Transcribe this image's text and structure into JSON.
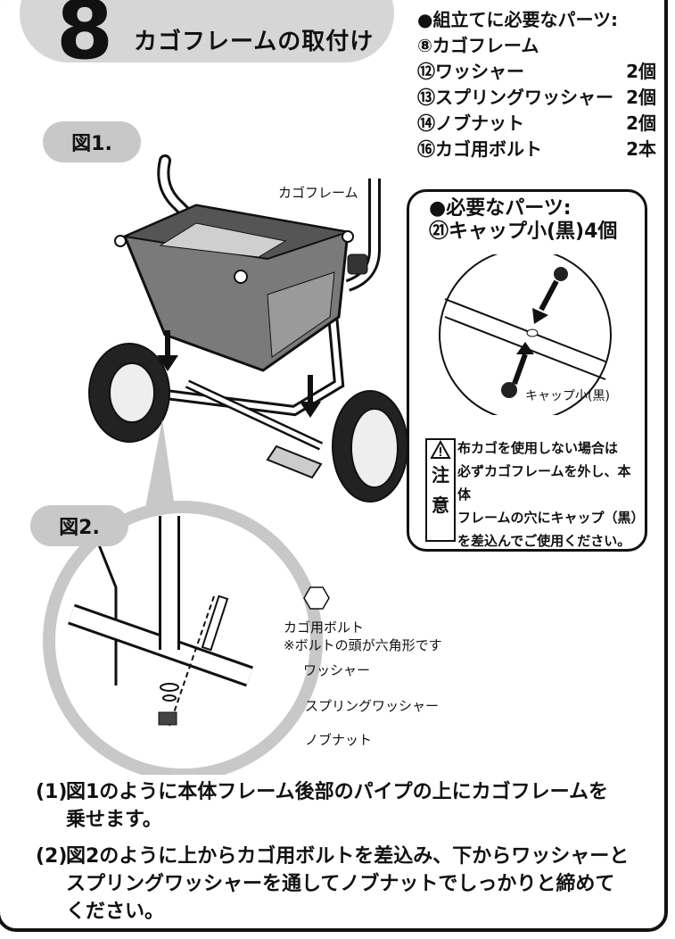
{
  "step": {
    "number": "8",
    "title": "カゴフレームの取付け"
  },
  "parts_needed": {
    "heading": "●組立てに必要なパーツ:",
    "items": [
      {
        "name": "⑧カゴフレーム",
        "qty": ""
      },
      {
        "name": "⑫ワッシャー",
        "qty": "2個"
      },
      {
        "name": "⑬スプリングワッシャー",
        "qty": "2個"
      },
      {
        "name": "⑭ノブナット",
        "qty": "2個"
      },
      {
        "name": "⑯カゴ用ボルト",
        "qty": "2本"
      }
    ]
  },
  "figure1": {
    "tab": "図1.",
    "callout": "カゴフレーム"
  },
  "figure2": {
    "tab": "図2.",
    "labels": {
      "bolt": "カゴ用ボルト",
      "bolt_note": "※ボルトの頭が六角形です",
      "washer": "ワッシャー",
      "spring_washer": "スプリングワッシャー",
      "knob_nut": "ノブナット"
    }
  },
  "box": {
    "heading": "●必要なパーツ:",
    "item": "㉑キャップ小(黒)4個",
    "cap_label": "キャップ小(黒)"
  },
  "caution": {
    "chars": [
      "注",
      "意"
    ],
    "lines": [
      "布カゴを使用しない場合は",
      "必ずカゴフレームを外し、本体",
      "フレームの穴にキャップ（黒）",
      "を差込んでご使用ください。"
    ]
  },
  "instructions": [
    {
      "num": "(1)",
      "lines": [
        "図1のように本体フレーム後部のパイプの上にカゴフレームを",
        "乗せます。"
      ]
    },
    {
      "num": "(2)",
      "lines": [
        "図2のように上からカゴ用ボルトを差込み、下からワッシャーと",
        "スプリングワッシャーを通してノブナットでしっかりと締めて",
        "ください。"
      ]
    }
  ]
}
